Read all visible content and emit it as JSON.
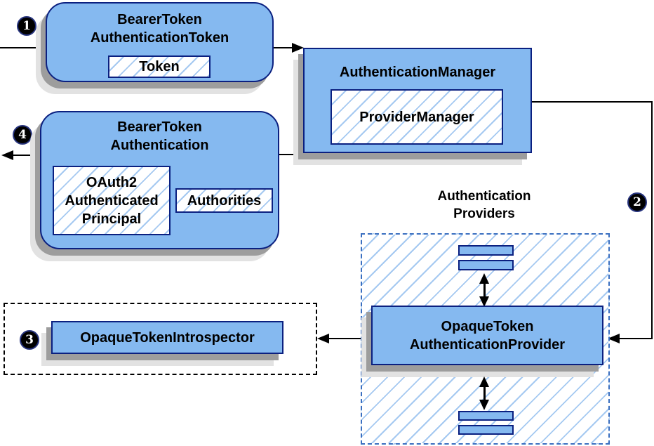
{
  "colors": {
    "node_fill": "#85b9f0",
    "node_border": "#0b2080",
    "hatch": "#a5c9f1",
    "dash_border": "#3a6fc0",
    "shadow_dark": "#9d9d9d",
    "shadow_light": "#e2e2e2",
    "arrow": "#000000",
    "text": "#000000"
  },
  "badges": {
    "step1": "1",
    "step2": "2",
    "step3": "3",
    "step4": "4"
  },
  "nodes": {
    "bearer_token_authentication_token": {
      "title": "BearerToken\nAuthenticationToken",
      "inner_token": "Token"
    },
    "authentication_manager": {
      "title": "AuthenticationManager",
      "inner_provider_manager": "ProviderManager"
    },
    "bearer_token_authentication": {
      "title": "BearerToken\nAuthentication",
      "inner_principal": "OAuth2\nAuthenticated\nPrincipal",
      "inner_authorities": "Authorities"
    },
    "opaque_token_authentication_provider": {
      "title": "OpaqueToken\nAuthenticationProvider"
    },
    "opaque_token_introspector": {
      "title": "OpaqueTokenIntrospector"
    }
  },
  "labels": {
    "authentication_providers": "Authentication\nProviders"
  }
}
